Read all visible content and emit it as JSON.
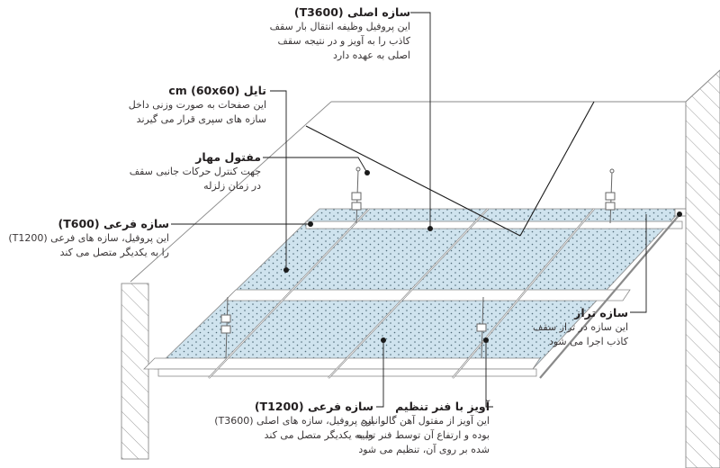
{
  "diagram": {
    "type": "suspended ceiling assembly (exploded perspective)",
    "colors": {
      "tile": "#cfe3ee",
      "tile_dots": "#4f6b78",
      "line": "#7d7d7d",
      "leader": "#1a1a1a",
      "wall_hatch": "#9a9a9a"
    }
  },
  "callouts": {
    "main_runner": {
      "title": "سازه اصلی (T3600)",
      "lines": [
        "این پروفیل وظیفه انتقال بار سقف",
        "کاذب را به آویز و در نتیجه سقف",
        "اصلی به عهده دارد"
      ]
    },
    "tile": {
      "title": "تایل cm (60x60)",
      "lines": [
        "این صفحات به صورت وزنی داخل",
        "سازه های سپری قرار می گیرند"
      ]
    },
    "bracing_wire": {
      "title": "مفتول مهار",
      "lines": [
        "جهت کنترل حرکات جانبی سقف",
        "در زمان زلزله"
      ]
    },
    "cross_tee_600": {
      "title": "سازه فرعی (T600)",
      "lines": [
        "این پروفیل، سازه های فرعی (T1200)",
        "را به یکدیگر متصل می کند"
      ]
    },
    "wall_angle": {
      "title": "سازه تراز",
      "lines": [
        "این سازه در تراز سقف",
        "کاذب اجرا می شود"
      ]
    },
    "cross_tee_1200": {
      "title": "سازه فرعی (T1200)",
      "lines": [
        "این پروفیل، سازه های اصلی (T3600)",
        "را به یکدیگر متصل می کند"
      ]
    },
    "spring_hanger": {
      "title": "آویز با فنر تنظیم",
      "lines": [
        "این آویز از مفتول آهن گالوانیزه",
        "بوده و ارتفاع آن توسط فنر تعبیه",
        "شده بر روی آن، تنظیم می شود"
      ]
    }
  }
}
